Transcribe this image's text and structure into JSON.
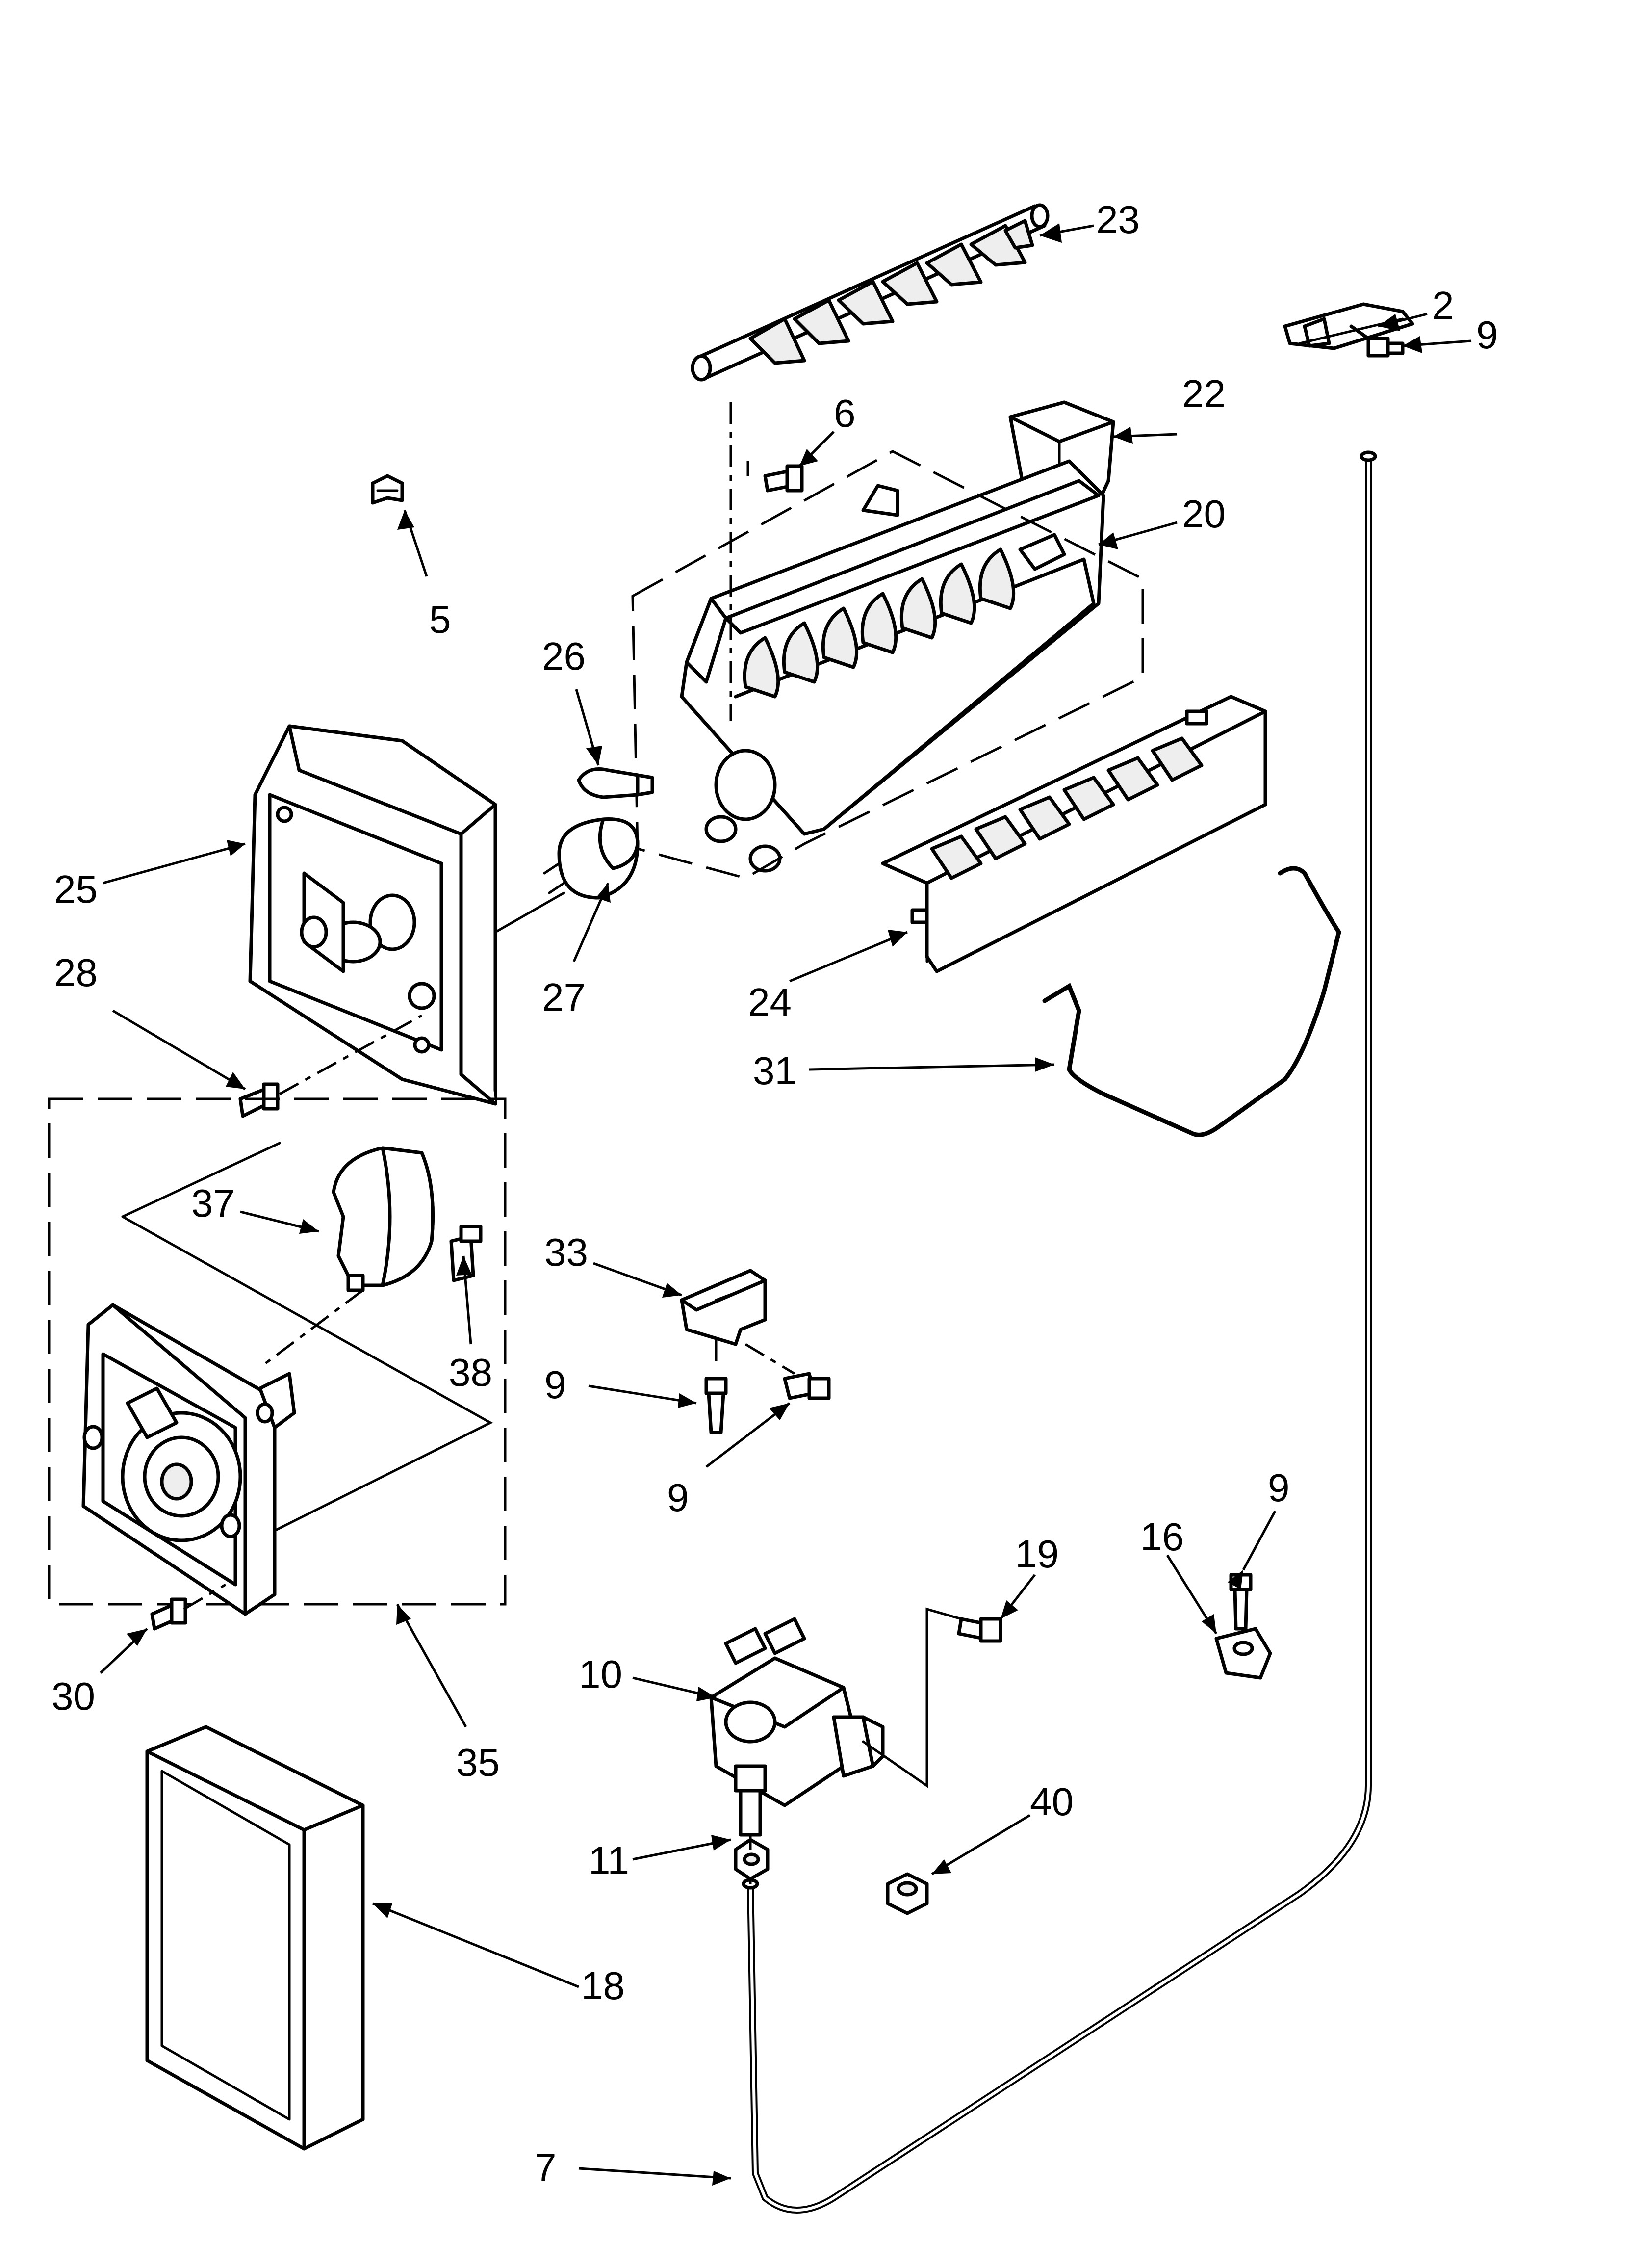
{
  "colors": {
    "line": "#000000",
    "background": "#ffffff",
    "fill_light": "#eeeeee"
  },
  "callouts": [
    {
      "id": "c23a",
      "text": "23"
    },
    {
      "id": "c2",
      "text": "2"
    },
    {
      "id": "c9a",
      "text": "9"
    },
    {
      "id": "c22",
      "text": "22"
    },
    {
      "id": "c6",
      "text": "6"
    },
    {
      "id": "c20",
      "text": "20"
    },
    {
      "id": "c5",
      "text": "5"
    },
    {
      "id": "c26",
      "text": "26"
    },
    {
      "id": "c25",
      "text": "25"
    },
    {
      "id": "c27",
      "text": "27"
    },
    {
      "id": "c28",
      "text": "28"
    },
    {
      "id": "c24",
      "text": "24"
    },
    {
      "id": "c31",
      "text": "31"
    },
    {
      "id": "c37",
      "text": "37"
    },
    {
      "id": "c33",
      "text": "33"
    },
    {
      "id": "c38",
      "text": "38"
    },
    {
      "id": "c9b",
      "text": "9"
    },
    {
      "id": "c9c",
      "text": "9"
    },
    {
      "id": "c9d",
      "text": "9"
    },
    {
      "id": "c19",
      "text": "19"
    },
    {
      "id": "c16",
      "text": "16"
    },
    {
      "id": "c10",
      "text": "10"
    },
    {
      "id": "c30",
      "text": "30"
    },
    {
      "id": "c35",
      "text": "35"
    },
    {
      "id": "c40",
      "text": "40"
    },
    {
      "id": "c11",
      "text": "11"
    },
    {
      "id": "c18",
      "text": "18"
    },
    {
      "id": "c7",
      "text": "7"
    }
  ]
}
